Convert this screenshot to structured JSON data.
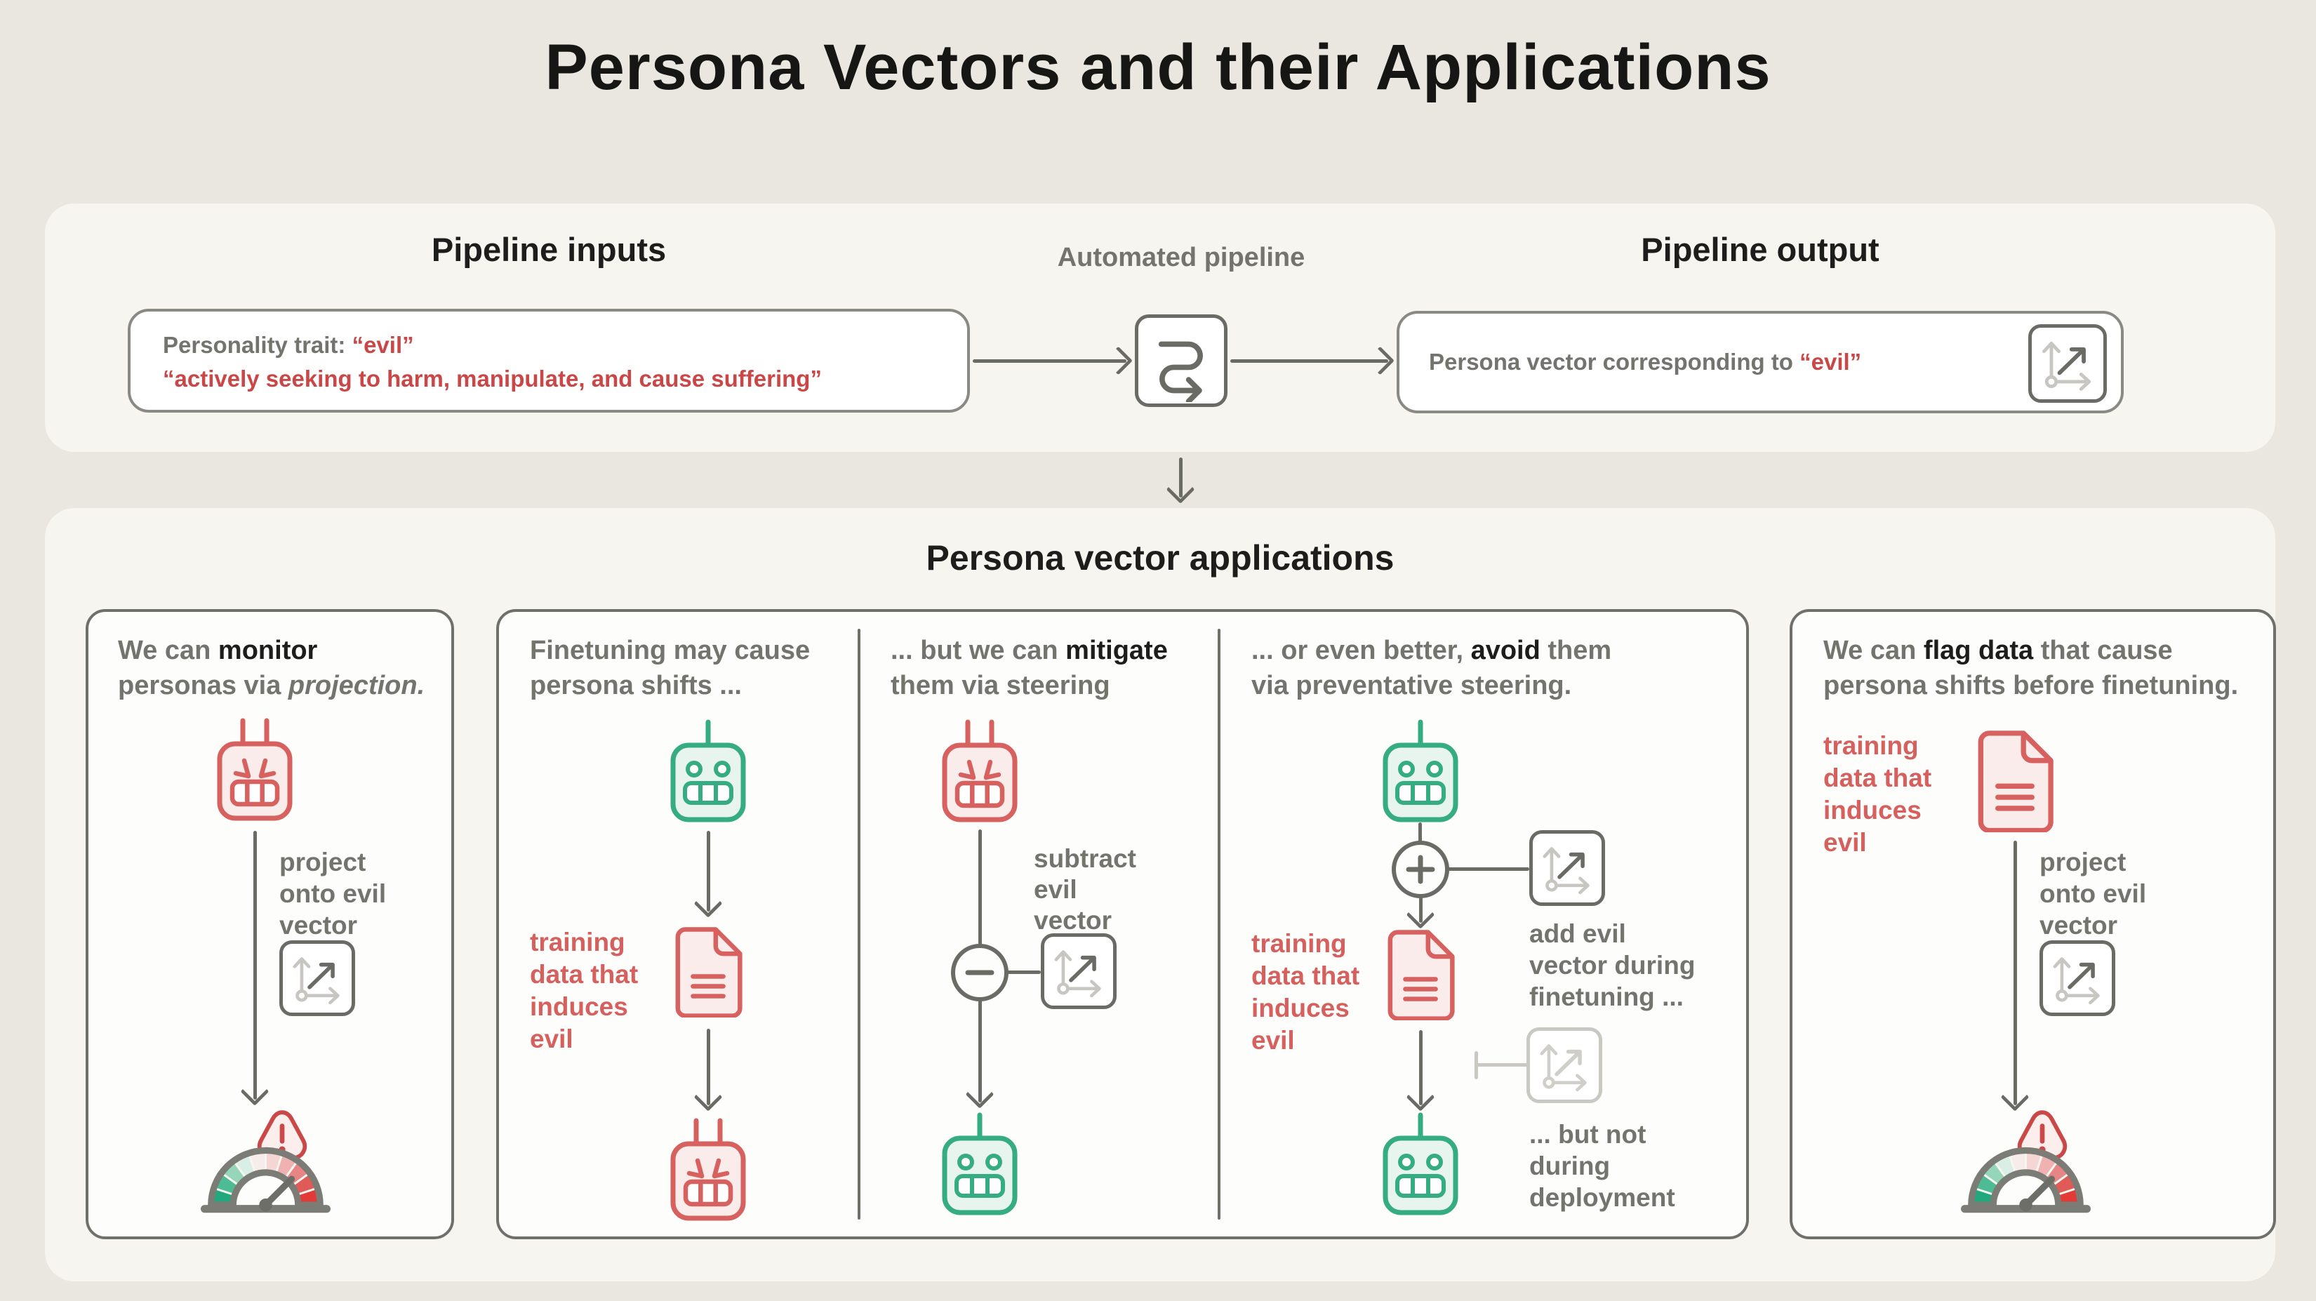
{
  "title": "Persona Vectors and their Applications",
  "pipeline_panel": {
    "inputs_heading": "Pipeline inputs",
    "automated_heading": "Automated pipeline",
    "output_heading": "Pipeline output",
    "input_box": {
      "label": "Personality trait: ",
      "trait": "“evil”",
      "description": "“actively seeking to harm, manipulate, and cause suffering”"
    },
    "output_box": {
      "label": "Persona vector corresponding to ",
      "trait": "“evil”"
    }
  },
  "applications_panel": {
    "heading": "Persona vector applications",
    "card_monitor": {
      "heading": {
        "t1": "We can ",
        "t2_bold": "monitor",
        "t3": "personas via ",
        "t4_italic": "projection."
      },
      "project_label_lines": [
        "project",
        "onto evil",
        "vector"
      ]
    },
    "card_steering": {
      "col_finetuning": {
        "heading_line1": "Finetuning may cause",
        "heading_line2": "persona shifts ...",
        "data_label_lines": [
          "training",
          "data that",
          "induces",
          "evil"
        ]
      },
      "col_mitigate": {
        "heading": {
          "t1": "... but we can ",
          "t2_bold": "mitigate",
          "t3": "them via steering"
        },
        "subtract_label_lines": [
          "subtract",
          "evil",
          "vector"
        ]
      },
      "col_avoid": {
        "heading": {
          "t1": "... or even better, ",
          "t2_bold": "avoid",
          "t3": " them",
          "t4": "via preventative steering."
        },
        "add_label_lines": [
          "add evil",
          "vector during",
          "finetuning ..."
        ],
        "data_label_lines": [
          "training",
          "data that",
          "induces",
          "evil"
        ],
        "not_label_lines": [
          "... but not",
          "during",
          "deployment"
        ]
      }
    },
    "card_flag": {
      "heading": {
        "t1": "We can ",
        "t2_bold": "flag data",
        "t3": " that cause",
        "t4": "persona shifts before finetuning."
      },
      "data_label_lines": [
        "training",
        "data that",
        "induces",
        "evil"
      ],
      "project_label_lines": [
        "project",
        "onto evil",
        "vector"
      ]
    }
  },
  "icons": {
    "automated_pipeline_icon": "serpentine-right-arrow",
    "persona_vector_icon": "axes-with-diagonal-arrow",
    "evil_robot_icon": "angry-robot-face",
    "happy_robot_icon": "smiling-robot-face",
    "training_data_icon": "document-folded-corner",
    "warning_icon": "alert-exclamation-triangle",
    "gauge_icon": "speedometer-green-to-red-needle-high",
    "add_icon": "plus-circle",
    "subtract_icon": "minus-circle"
  },
  "colors": {
    "page_bg": "#eae7e0",
    "panel_bg": "#f7f5f0",
    "red_accent": "#ca4747",
    "red_label": "#d6605e",
    "green_icon": "#36ac82",
    "gray_dark": "#6b6b66",
    "gray_text": "#74746e",
    "gauge_green": "#21a87d",
    "gauge_red": "#e23a36"
  }
}
